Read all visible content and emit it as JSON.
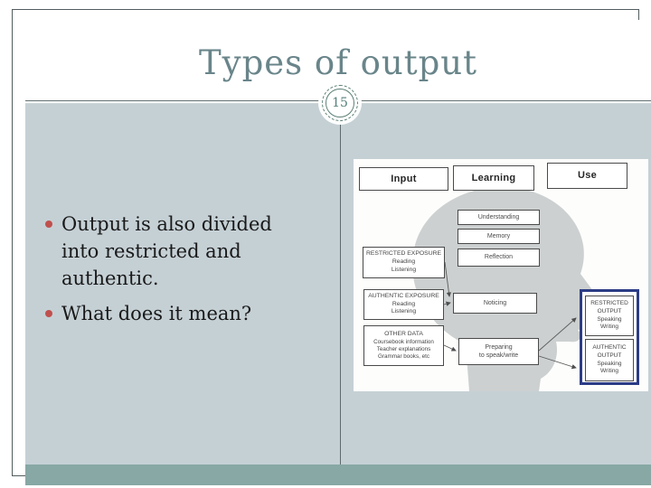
{
  "slide": {
    "title": "Types of output",
    "page_badge": "15",
    "bullets": [
      "Output is also divided into restricted and authentic.",
      "What does it mean?"
    ]
  },
  "colors": {
    "content_bg": "#c5d0d5",
    "footer_band": "#87a8a5",
    "title": "#69858a",
    "bullet_marker": "#c0504d",
    "badge_ring": "#5d8077",
    "output_container_border": "#2b3c85",
    "head_silhouette": "#c9cdce"
  },
  "diagram": {
    "headers": [
      {
        "label": "Input"
      },
      {
        "label": "Learning"
      },
      {
        "label": "Use"
      }
    ],
    "learning_boxes": [
      {
        "label": "Understanding"
      },
      {
        "label": "Memory"
      },
      {
        "label": "Reflection"
      },
      {
        "label": "Noticing"
      },
      {
        "label": "Preparing",
        "label2": "to speak/write"
      }
    ],
    "input_boxes": [
      {
        "title": "RESTRICTED EXPOSURE",
        "line1": "Reading",
        "line2": "Listening"
      },
      {
        "title": "AUTHENTIC EXPOSURE",
        "line1": "Reading",
        "line2": "Listening"
      },
      {
        "title": "OTHER DATA",
        "line1": "Coursebook information",
        "line2": "Teacher explanations",
        "line3": "Grammar books, etc"
      }
    ],
    "output_boxes": [
      {
        "title": "RESTRICTED OUTPUT",
        "line1": "Speaking",
        "line2": "Writing"
      },
      {
        "title": "AUTHENTIC OUTPUT",
        "line1": "Speaking",
        "line2": "Writing"
      }
    ]
  }
}
